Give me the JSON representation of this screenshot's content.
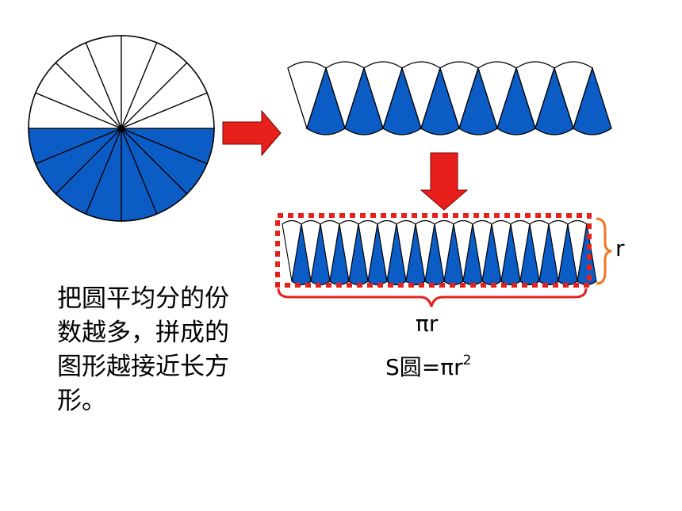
{
  "caption": {
    "lines": [
      "把圆平均分的份",
      "数越多，拼成的",
      "图形越接近长方",
      "形。"
    ]
  },
  "labels": {
    "radius": "r",
    "length": "πr",
    "area_prefix": "S圆=πr",
    "area_exponent": "2"
  },
  "colors": {
    "blue": "#0B5CC4",
    "red": "#E8201C",
    "brace": "#E8201C",
    "radius_brace": "#F07820",
    "outline": "#000000"
  },
  "figures": {
    "circle_sectors": 16,
    "strip_sectors_per_row": 8,
    "rectangle_sectors_per_row": 16
  }
}
